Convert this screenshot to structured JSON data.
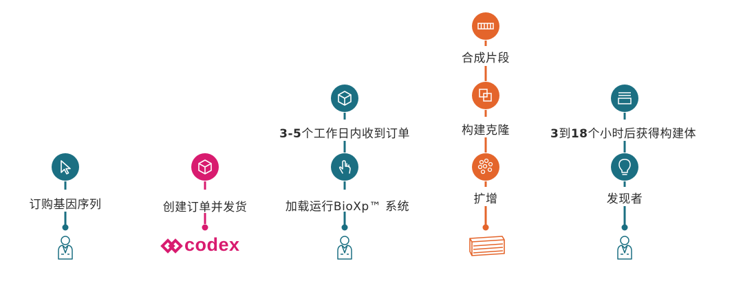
{
  "colors": {
    "teal": "#1b6f82",
    "magenta": "#d81b6f",
    "orange": "#e4652b",
    "text": "#2b2b2b"
  },
  "columns": [
    {
      "steps": [
        {
          "label": "订购基因序列",
          "icon": "cursor-icon"
        }
      ],
      "actor": "scientist-icon"
    },
    {
      "steps": [
        {
          "label": "创建订单并发货",
          "icon": "box-icon"
        }
      ],
      "actor": "codex-logo"
    },
    {
      "steps": [
        {
          "label_bold": "3-5",
          "label": "个工作日内收到订单",
          "icon": "box-icon"
        },
        {
          "label": "加载运行BioXp™ 系统",
          "icon": "touch-icon"
        }
      ],
      "actor": "scientist-icon"
    },
    {
      "steps": [
        {
          "label": "合成片段",
          "icon": "dna-fragment-icon"
        },
        {
          "label": "构建克隆",
          "icon": "clone-icon"
        },
        {
          "label": "扩增",
          "icon": "colonies-icon"
        }
      ],
      "actor": "plate-icon"
    },
    {
      "steps": [
        {
          "label_bold": "3",
          "label_mid": "到",
          "label_bold2": "18",
          "label": "个小时后获得构建体",
          "icon": "tray-icon"
        },
        {
          "label": "发现者",
          "icon": "lightbulb-icon"
        }
      ],
      "actor": "scientist-icon"
    }
  ],
  "logo": {
    "text": "codex"
  }
}
